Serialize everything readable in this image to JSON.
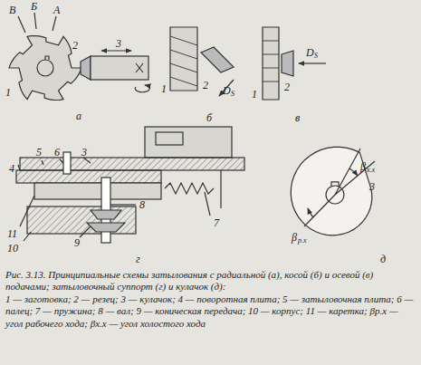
{
  "diagram": {
    "caption": "Рис. 3.13. Принципиальные схемы затылования с радиальной (а), косой (б) и осевой (в) подачами; затыловочный суппорт (г) и кулачок (д):",
    "labels": [
      "В",
      "Б",
      "А",
      "1",
      "2",
      "3",
      "а",
      "1",
      "2",
      "D",
      "S",
      "б",
      "1",
      "2",
      "D",
      "S",
      "в",
      "4",
      "5",
      "6",
      "3",
      "7",
      "11",
      "10",
      "9",
      "8",
      "г",
      "β",
      "х.х",
      "3",
      "β",
      "р.х",
      "д",
      "1 — заготовка; 2 — резец; 3 — кулачок; 4 — поворотная плита; 5 — затыловочная плита; 6 — палец; 7 — пружина; 8 — вал; 9 — коническая передача; 10 — корпус; 11 — каретка; βр.х — угол рабочего хода; βх.х — угол холостого хода"
    ]
  }
}
